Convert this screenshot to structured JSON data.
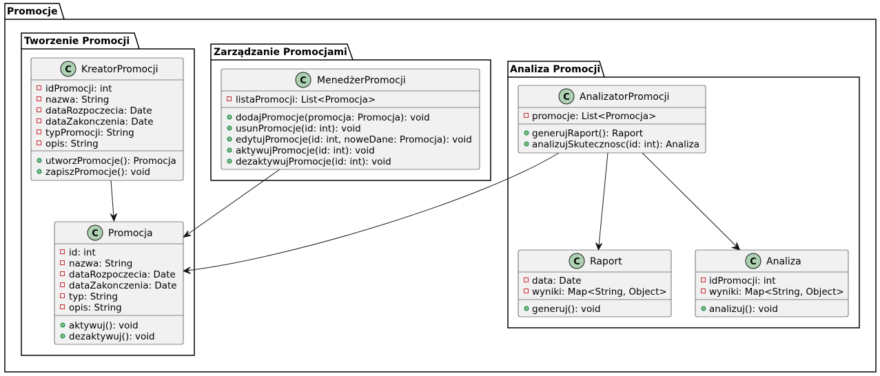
{
  "packages": {
    "root": {
      "label": "Promocje"
    },
    "creation": {
      "label": "Tworzenie Promocji"
    },
    "management": {
      "label": "Zarządzanie Promocjami"
    },
    "analysis": {
      "label": "Analiza Promocji"
    }
  },
  "classes": {
    "kreator": {
      "name": "KreatorPromocji",
      "icon": "C",
      "attributes": [
        "idPromocji: int",
        "nazwa: String",
        "dataRozpoczecia: Date",
        "dataZakonczenia: Date",
        "typPromocji: String",
        "opis: String"
      ],
      "methods": [
        "utworzPromocje(): Promocja",
        "zapiszPromocje(): void"
      ]
    },
    "promocja": {
      "name": "Promocja",
      "icon": "C",
      "attributes": [
        "id: int",
        "nazwa: String",
        "dataRozpoczecia: Date",
        "dataZakonczenia: Date",
        "typ: String",
        "opis: String"
      ],
      "methods": [
        "aktywuj(): void",
        "dezaktywuj(): void"
      ]
    },
    "menedzer": {
      "name": "MenedżerPromocji",
      "icon": "C",
      "attributes": [
        "listaPromocji: List<Promocja>"
      ],
      "methods": [
        "dodajPromocje(promocja: Promocja): void",
        "usunPromocje(id: int): void",
        "edytujPromocje(id: int, noweDane: Promocja): void",
        "aktywujPromocje(id: int): void",
        "dezaktywujPromocje(id: int): void"
      ]
    },
    "analizator": {
      "name": "AnalizatorPromocji",
      "icon": "C",
      "attributes": [
        "promocje: List<Promocja>"
      ],
      "methods": [
        "generujRaport(): Raport",
        "analizujSkutecznosc(id: int): Analiza"
      ]
    },
    "raport": {
      "name": "Raport",
      "icon": "C",
      "attributes": [
        "data: Date",
        "wyniki: Map<String, Object>"
      ],
      "methods": [
        "generuj(): void"
      ]
    },
    "analiza": {
      "name": "Analiza",
      "icon": "C",
      "attributes": [
        "idPromocji: int",
        "wyniki: Map<String, Object>"
      ],
      "methods": [
        "analizuj(): void"
      ]
    }
  },
  "colors": {
    "class_fill": "#f1f1f1",
    "class_icon": "#add1b2",
    "private_marker": "#c82930",
    "public_marker": "#84be84"
  }
}
